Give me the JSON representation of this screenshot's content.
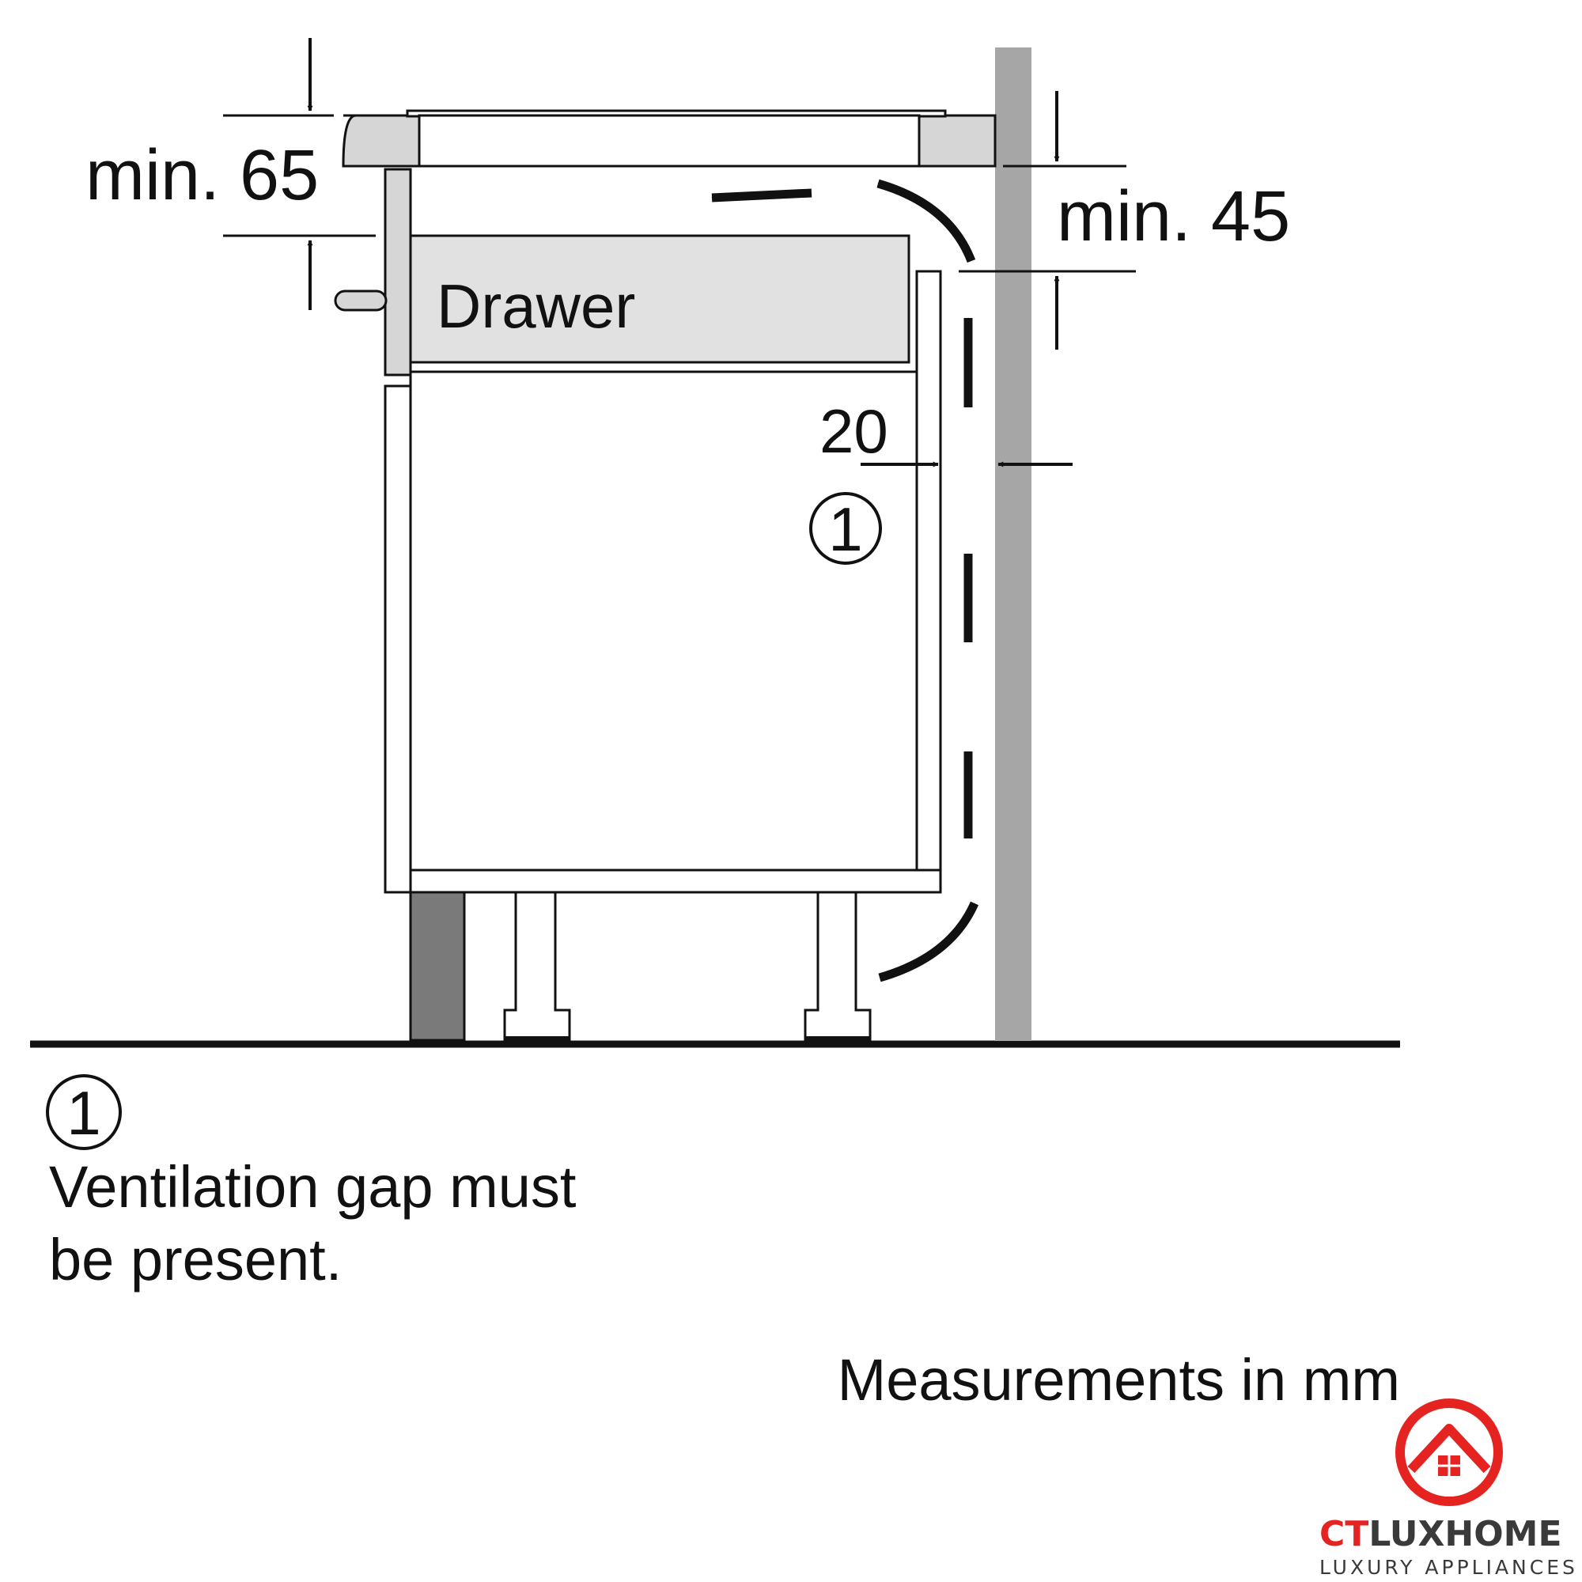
{
  "labels": {
    "min_65": "min. 65",
    "min_45": "min. 45",
    "drawer": "Drawer",
    "gap_20": "20",
    "callout_marker": "①",
    "legend_marker": "①",
    "legend_line1": "Ventilation gap must",
    "legend_line2": "be present.",
    "units_note": "Measurements in mm"
  },
  "logo": {
    "brand_part1": "CT",
    "brand_part2": "LUXHOME",
    "tagline": "LUXURY APPLIANCES"
  },
  "colors": {
    "logo_red": "#e52421",
    "logo_dark": "#3a3a3a",
    "wall_grey": "#a6a6a6",
    "hob_grey": "#d6d6d6",
    "drawer_grey": "#e1e1e1",
    "plinth_dark": "#7a7a7a"
  }
}
